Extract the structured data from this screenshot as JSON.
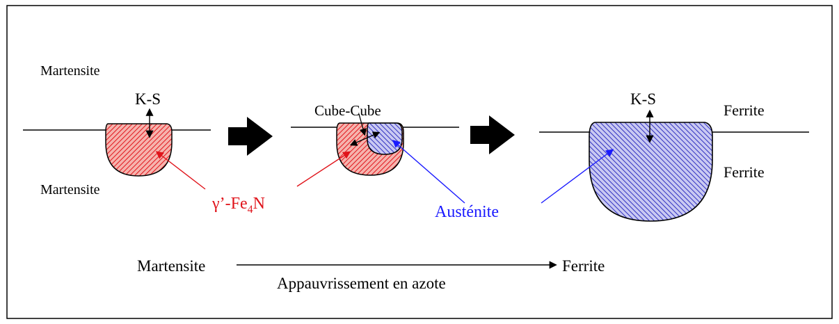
{
  "labels": {
    "martensite_top": "Martensite",
    "martensite_bottom": "Martensite",
    "ks_left": "K-S",
    "cube_cube": "Cube-Cube",
    "ks_right": "K-S",
    "ferrite_top": "Ferrite",
    "ferrite_right": "Ferrite",
    "gamma_prime": "γ’-Fe",
    "gamma_sub": "4",
    "gamma_n": "N",
    "austenite": "Austénite",
    "axis_start": "Martensite",
    "axis_end": "Ferrite",
    "axis_caption": "Appauvrissement en azote"
  },
  "colors": {
    "gamma_phase": "#e0141b",
    "austenite_phase": "#1a1aff",
    "frame": "#000000"
  }
}
